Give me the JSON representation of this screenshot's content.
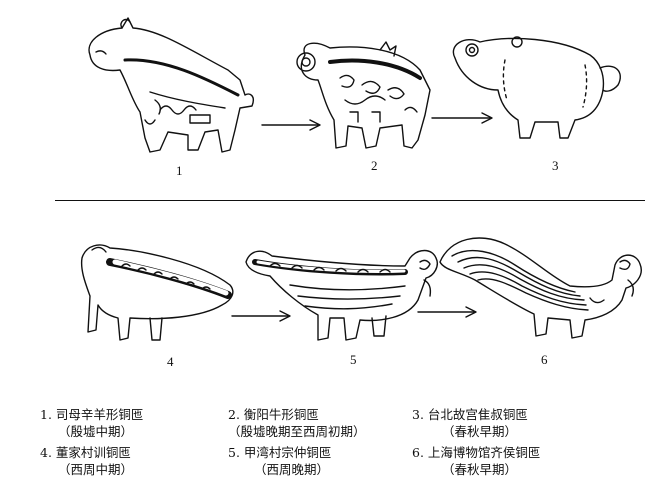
{
  "figure_numbers": [
    "1",
    "2",
    "3",
    "4",
    "5",
    "6"
  ],
  "captions": [
    {
      "title": "1. 司母辛羊形铜匜",
      "period": "（殷墟中期）"
    },
    {
      "title": "2. 衡阳牛形铜匜",
      "period": "（殷墟晚期至西周初期）"
    },
    {
      "title": "3. 台北故宫隹叔铜匜",
      "period": "（春秋早期）"
    },
    {
      "title": "4. 董家村训铜匜",
      "period": "（西周中期）"
    },
    {
      "title": "5. 甲湾村宗仲铜匜",
      "period": "（西周晚期）"
    },
    {
      "title": "6. 上海博物馆齐侯铜匜",
      "period": "（春秋早期）"
    }
  ],
  "colors": {
    "ink": "#111111",
    "background": "#ffffff"
  }
}
